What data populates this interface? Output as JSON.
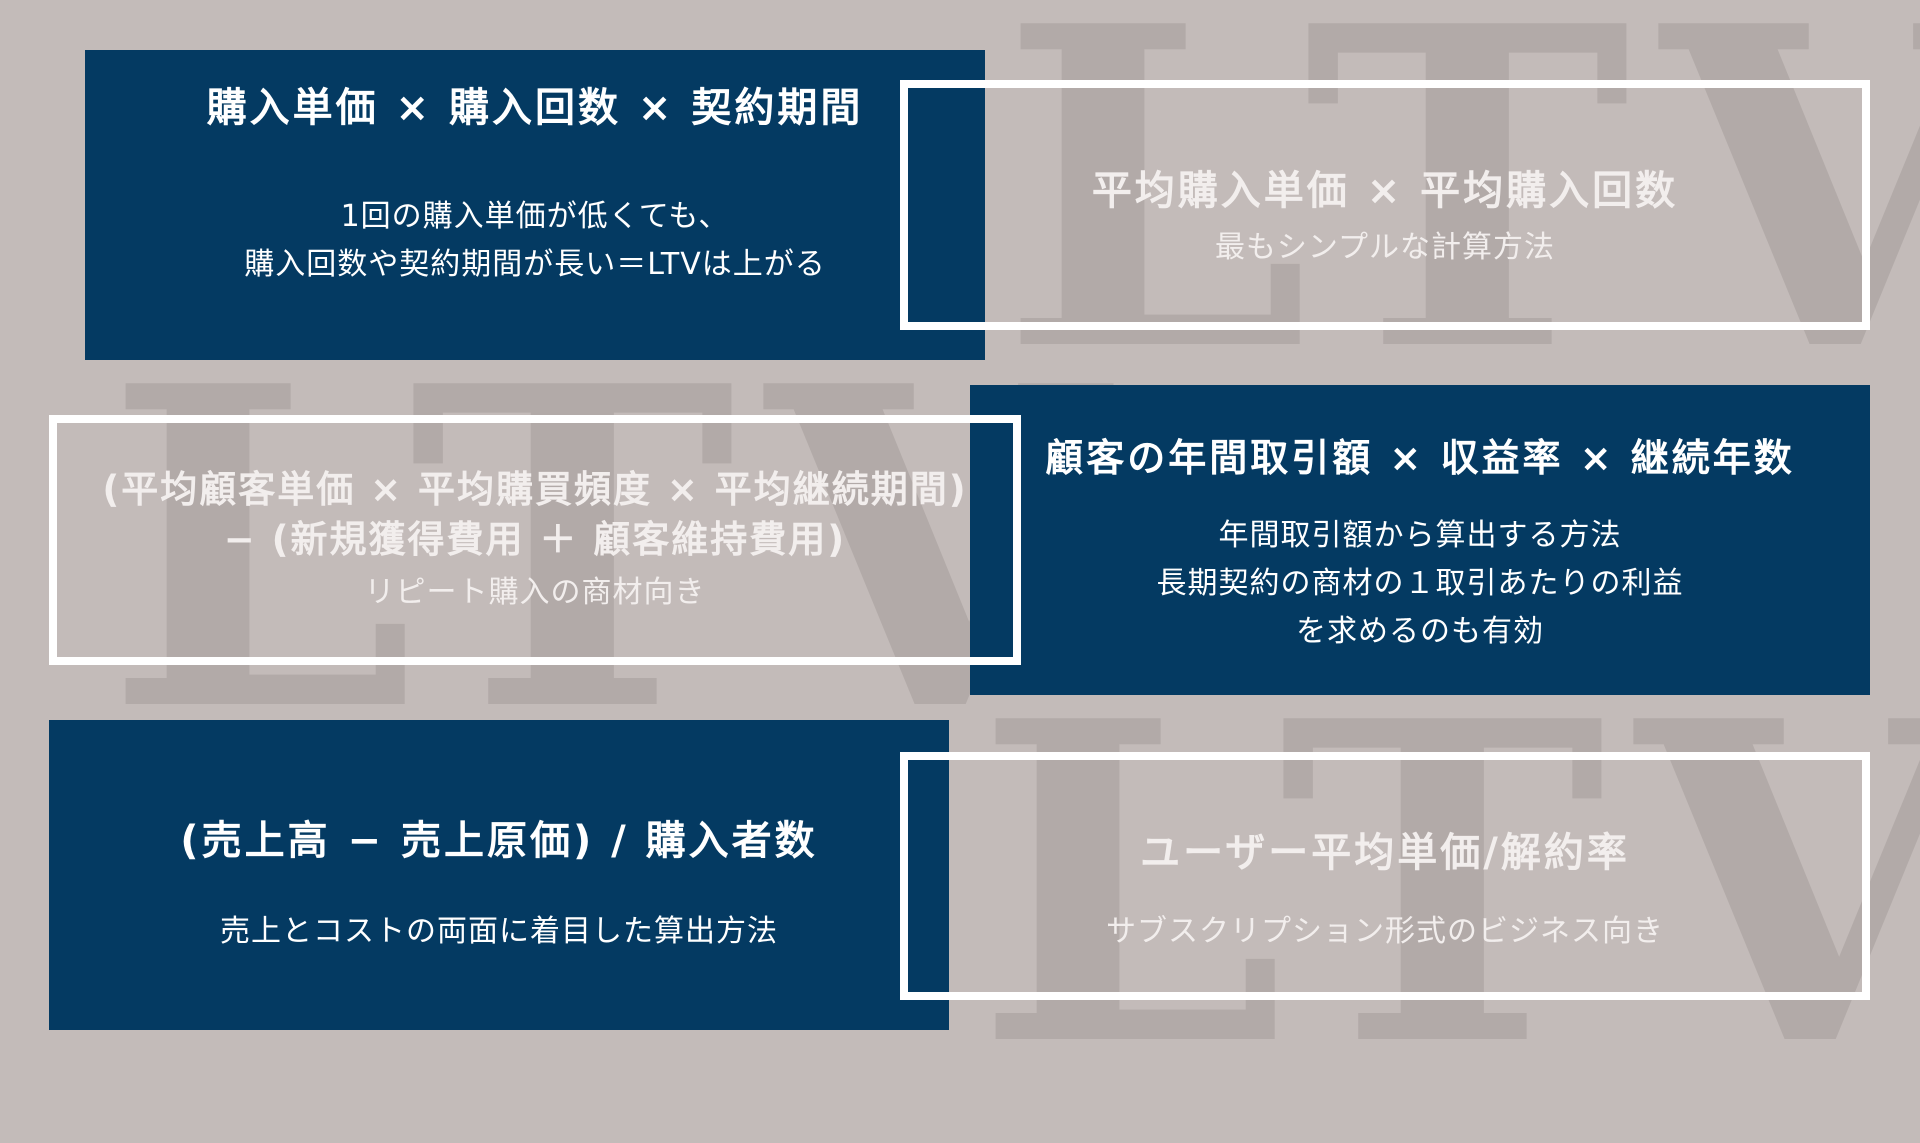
{
  "watermark": "LTV",
  "colors": {
    "background": "#c3bbb9",
    "navy": "#043a62",
    "white": "#ffffff"
  },
  "cards": [
    {
      "title": "購入単価 × 購入回数 × 契約期間",
      "desc_lines": [
        "1回の購入単価が低くても、",
        "購入回数や契約期間が長い＝LTVは上がる"
      ]
    },
    {
      "title": "平均購入単価 × 平均購入回数",
      "desc_lines": [
        "最もシンプルな計算方法"
      ]
    },
    {
      "title_lines": [
        "(平均顧客単価 × 平均購買頻度 × 平均継続期間)",
        "− (新規獲得費用 ＋ 顧客維持費用)"
      ],
      "desc_lines": [
        "リピート購入の商材向き"
      ]
    },
    {
      "title": "顧客の年間取引額 × 収益率 × 継続年数",
      "desc_lines": [
        "年間取引額から算出する方法",
        "長期契約の商材の１取引あたりの利益",
        "を求めるのも有効"
      ]
    },
    {
      "title": "(売上高 − 売上原価) / 購入者数",
      "desc_lines": [
        "売上とコストの両面に着目した算出方法"
      ]
    },
    {
      "title": "ユーザー平均単価/解約率",
      "desc_lines": [
        "サブスクリプション形式のビジネス向き"
      ]
    }
  ]
}
